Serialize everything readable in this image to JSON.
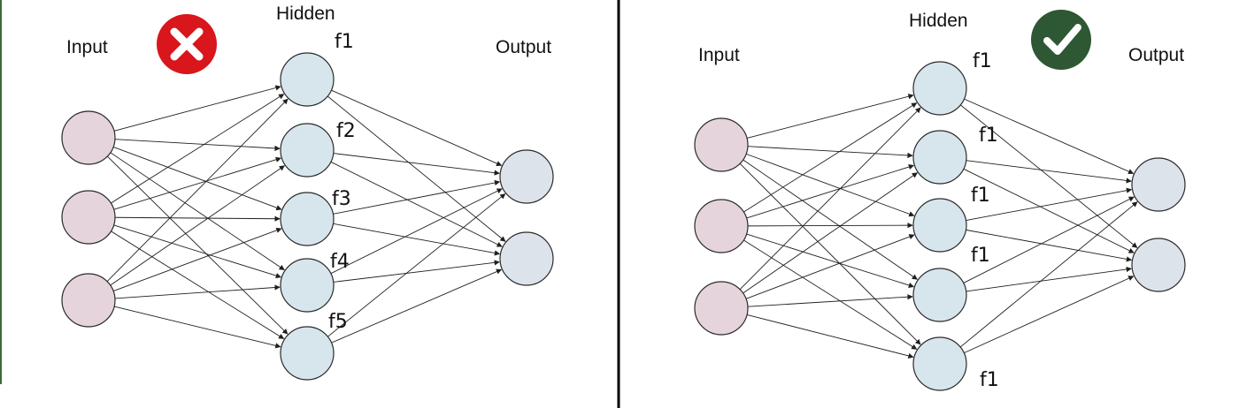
{
  "colors": {
    "input_fill": "#e6d4dc",
    "hidden_fill": "#d7e6ec",
    "output_fill": "#dde3ea",
    "wrong_badge": "#d8161b",
    "right_badge": "#2e5734",
    "divider": "#000000",
    "left_border": "#3a6b3a"
  },
  "panels": [
    {
      "id": "wrong",
      "badge_icon": "cross-icon",
      "labels": {
        "input": "Input",
        "hidden": "Hidden",
        "output": "Output"
      },
      "layers": {
        "input": 3,
        "hidden": 5,
        "output": 2
      },
      "hidden_functions": [
        "f1",
        "f2",
        "f3",
        "f4",
        "f5"
      ]
    },
    {
      "id": "right",
      "badge_icon": "checkmark-icon",
      "labels": {
        "input": "Input",
        "hidden": "Hidden",
        "output": "Output"
      },
      "layers": {
        "input": 3,
        "hidden": 5,
        "output": 2
      },
      "hidden_functions": [
        "f1",
        "f1",
        "f1",
        "f1",
        "f1"
      ]
    }
  ]
}
